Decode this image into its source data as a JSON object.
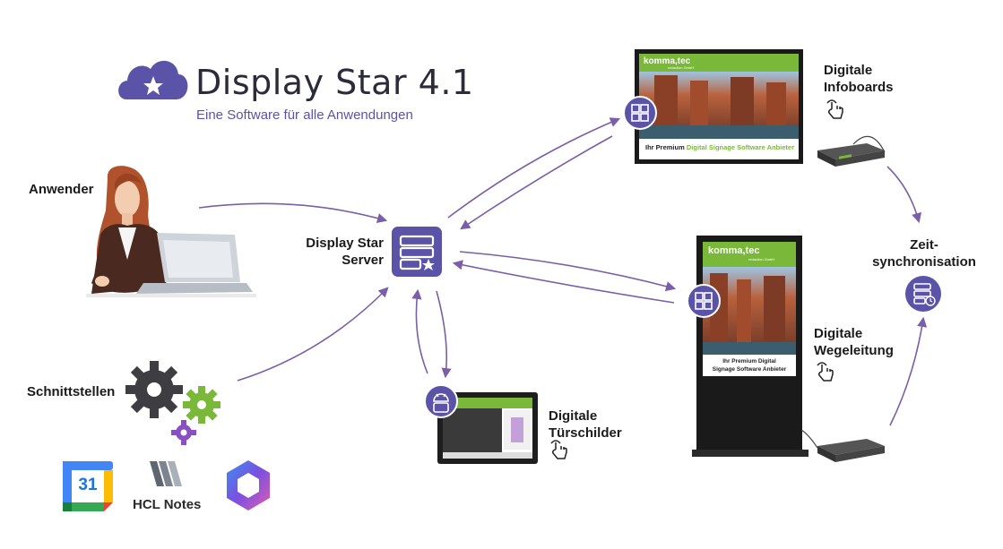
{
  "brand": {
    "title": "Display Star 4.1",
    "subtitle": "Eine Software für alle Anwendungen"
  },
  "nodes": {
    "user": "Anwender",
    "interfaces": "Schnittstellen",
    "server_line1": "Display Star",
    "server_line2": "Server",
    "infoboards_line1": "Digitale",
    "infoboards_line2": "Infoboards",
    "wayfinding_line1": "Digitale",
    "wayfinding_line2": "Wegeleitung",
    "doorsigns_line1": "Digitale",
    "doorsigns_line2": "Türschilder",
    "timesync_line1": "Zeit-",
    "timesync_line2": "synchronisation"
  },
  "integrations": {
    "calendar_day": "31",
    "notes_label": "HCL Notes"
  },
  "screens": {
    "brand_name": "komma,tec",
    "brand_sub": "redaction GmbH",
    "infoboard_tagline_a": "Ihr Premium ",
    "infoboard_tagline_b": "Digital Signage Software Anbieter",
    "stele_tagline_line1": "Ihr Premium Digital",
    "stele_tagline_line2": "Signage Software Anbieter"
  },
  "icons": {
    "logo": "cloud-star-icon",
    "server": "server-star-icon",
    "windows": "windows-icon",
    "android": "android-icon",
    "timesync": "server-clock-icon",
    "touch": "touch-hand-icon",
    "gears": "gears-icon",
    "calendar": "google-calendar-icon",
    "notes": "hcl-notes-icon",
    "office": "microsoft-365-icon"
  },
  "colors": {
    "accent": "#5b53a8",
    "arrow": "#7a5fa8",
    "green": "#7ab83a",
    "gear_dark": "#3d3d42"
  }
}
